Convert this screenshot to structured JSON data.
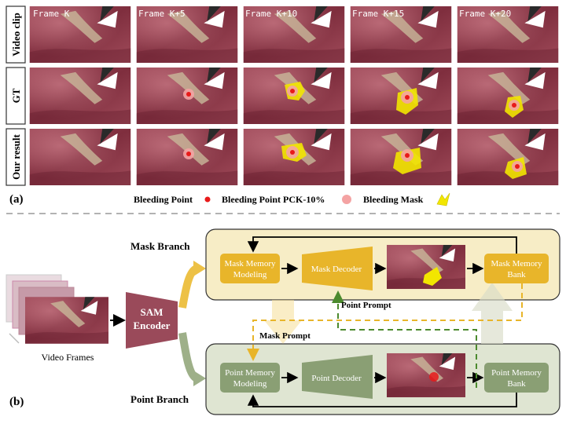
{
  "panel_a": {
    "label": "(a)",
    "row_labels": [
      "Video clip",
      "GT",
      "Our result"
    ],
    "frame_labels": [
      "Frame K",
      "Frame K+5",
      "Frame K+10",
      "Frame K+15",
      "Frame K+20"
    ],
    "legend": {
      "bleeding_point": "Bleeding Point",
      "pck": "Bleeding Point PCK-10%",
      "mask": "Bleeding Mask"
    },
    "colors": {
      "tissue": "#8c3a4a",
      "point": "#e81a1a",
      "pck_circle": "#f4a3a3",
      "mask": "#f2e600"
    }
  },
  "panel_b": {
    "label": "(b)",
    "mask_branch_title": "Mask Branch",
    "point_branch_title": "Point Branch",
    "video_frames_label": "Video Frames",
    "encoder_label_1": "SAM",
    "encoder_label_2": "Encoder",
    "mask_memory_modeling_1": "Mask Memory",
    "mask_memory_modeling_2": "Modeling",
    "mask_decoder": "Mask Decoder",
    "mask_memory_bank_1": "Mask Memory",
    "mask_memory_bank_2": "Bank",
    "point_memory_modeling_1": "Point Memory",
    "point_memory_modeling_2": "Modeling",
    "point_decoder": "Point Decoder",
    "point_memory_bank_1": "Point Memory",
    "point_memory_bank_2": "Bank",
    "point_prompt": "Point Prompt",
    "mask_prompt": "Mask Prompt",
    "colors": {
      "mask_panel": "#f7edc6",
      "mask_block": "#e8b52a",
      "point_panel": "#dfe5d2",
      "point_block": "#8a9f74",
      "encoder": "#9a4a5a",
      "mask_dash": "#e8b52a",
      "point_dash": "#4c8a2e"
    }
  }
}
